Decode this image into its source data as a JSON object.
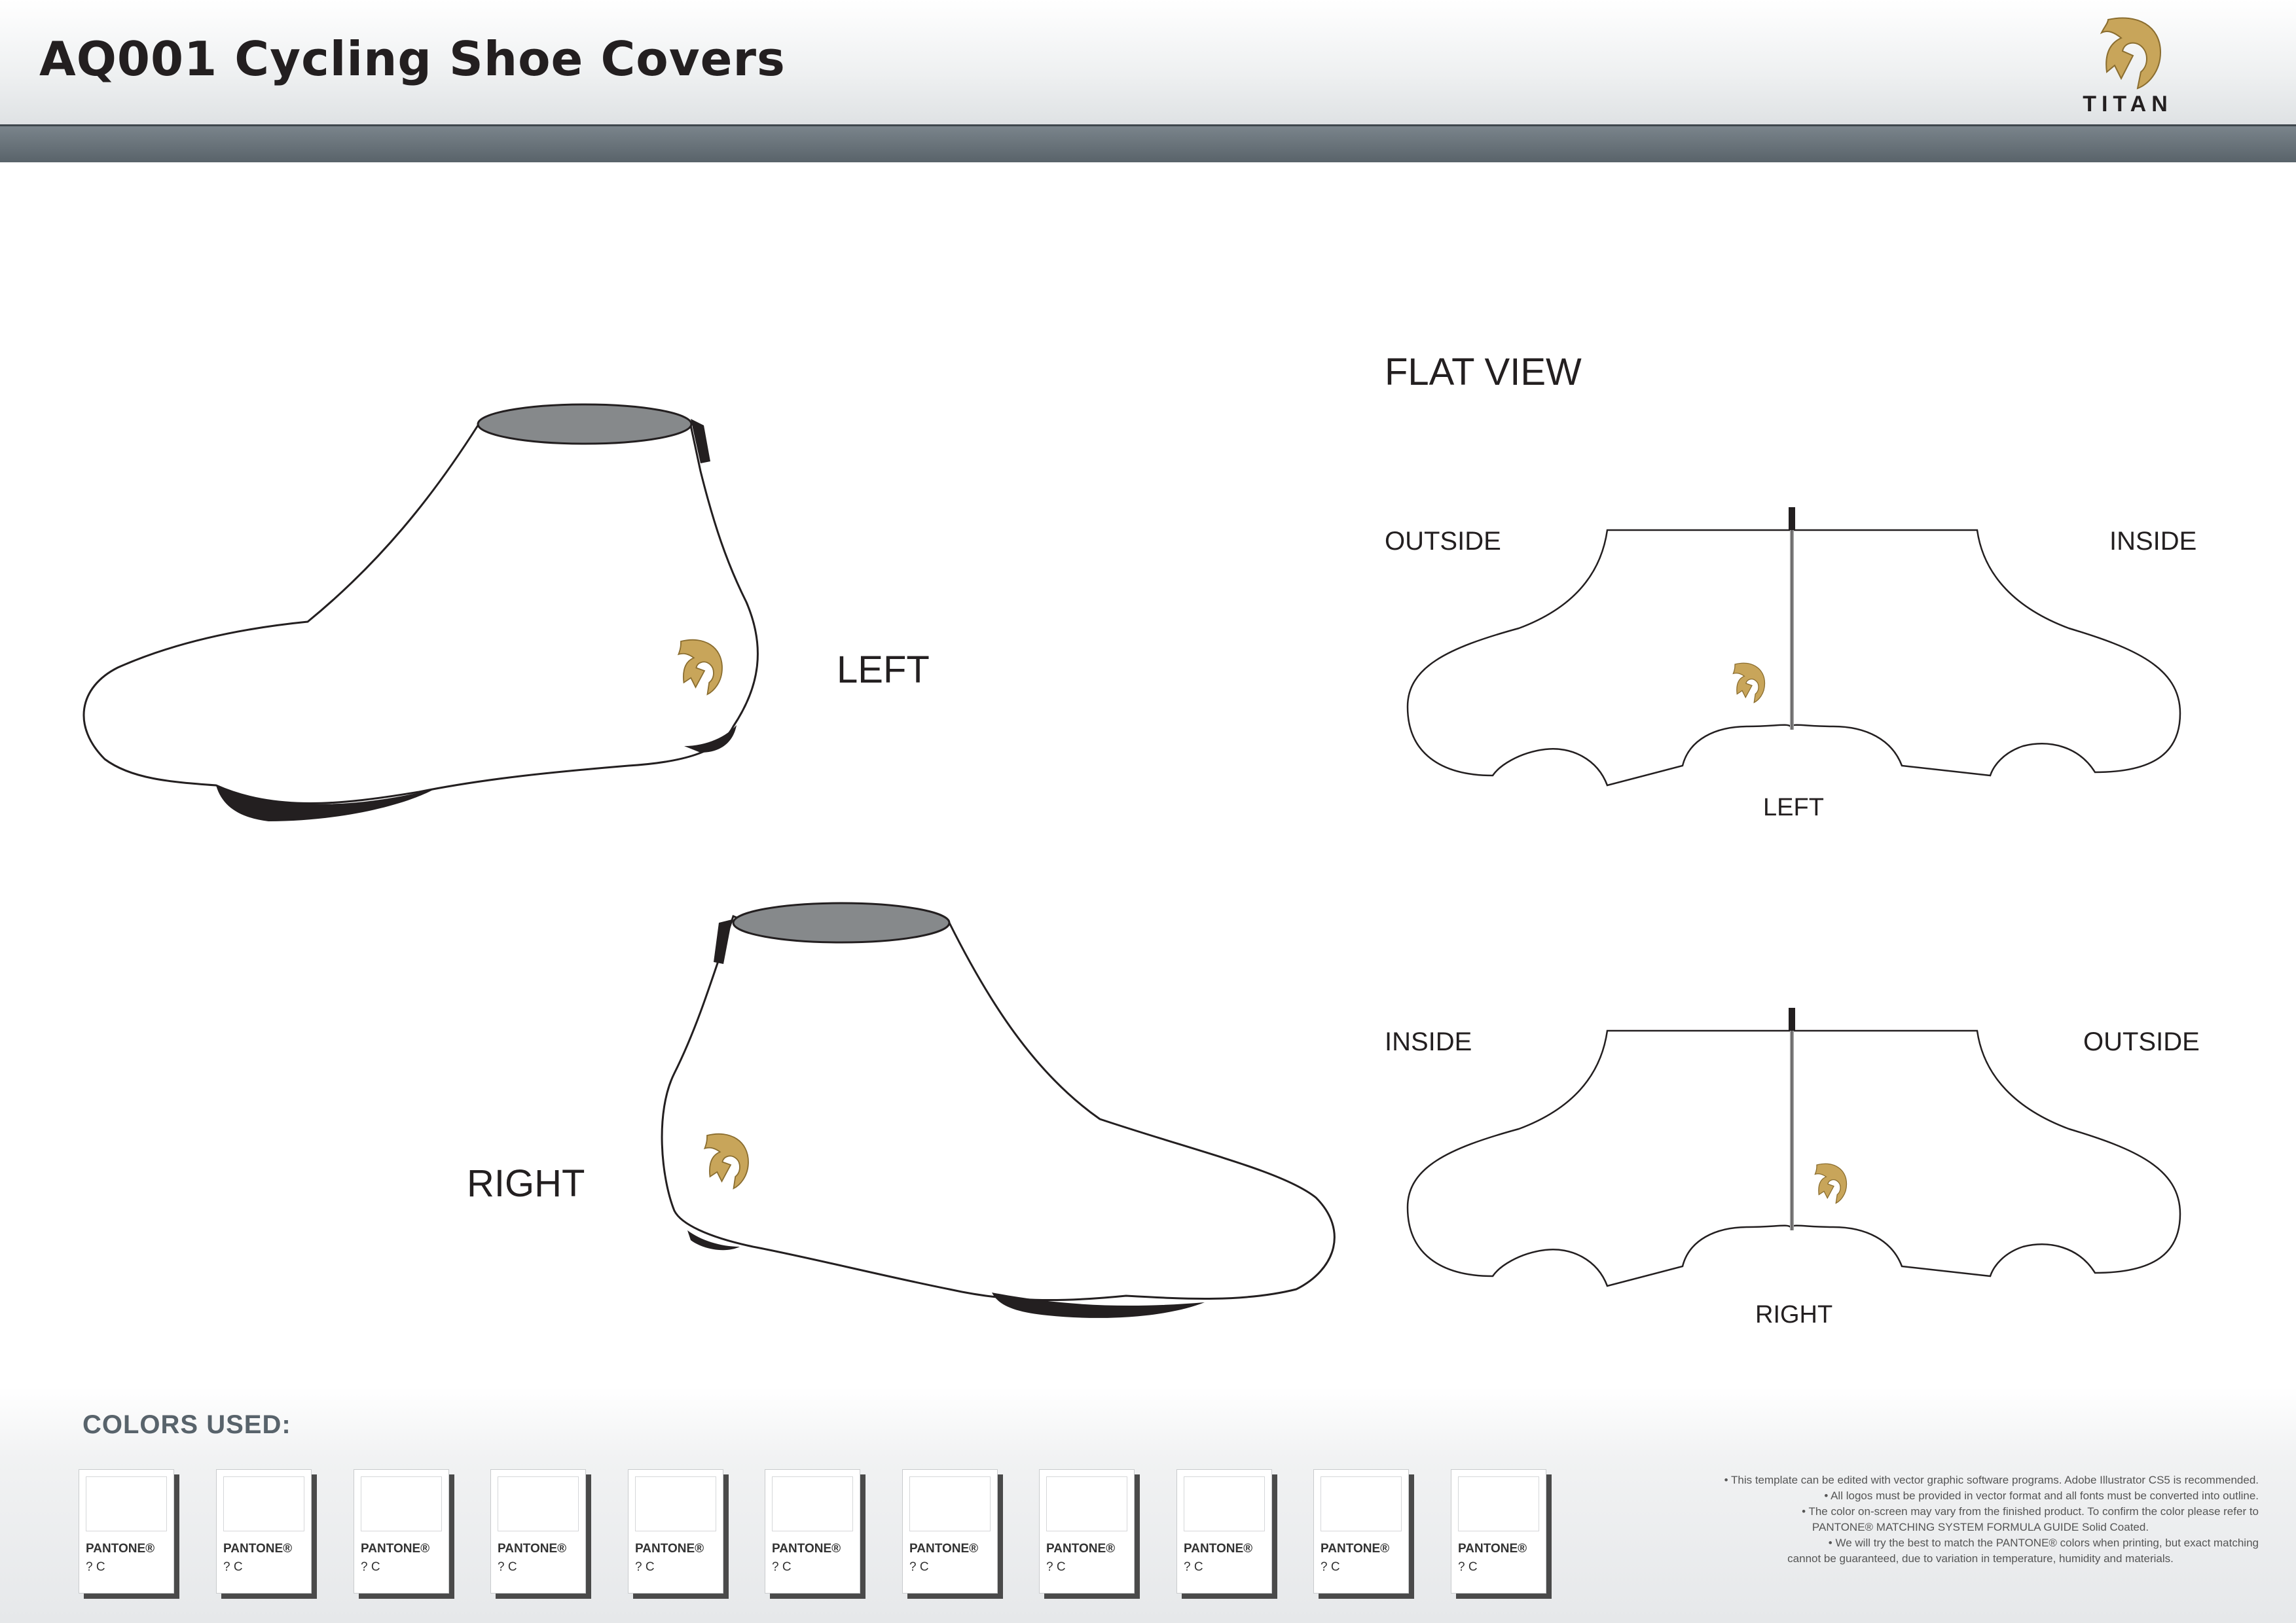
{
  "header": {
    "title": "AQ001 Cycling Shoe Covers"
  },
  "brand": {
    "name": "TITAN",
    "logo_icon": "titan-helmet-logo-icon",
    "logo_color": "#c8a55a"
  },
  "views": {
    "left_label": "LEFT",
    "right_label": "RIGHT",
    "flat_view_title": "FLAT VIEW",
    "flat_left": {
      "side_a": "OUTSIDE",
      "side_b": "INSIDE",
      "caption": "LEFT"
    },
    "flat_right": {
      "side_a": "INSIDE",
      "side_b": "OUTSIDE",
      "caption": "RIGHT"
    }
  },
  "colors": {
    "title": "COLORS USED:",
    "swatches": [
      {
        "brand": "PANTONE®",
        "code": "? C"
      },
      {
        "brand": "PANTONE®",
        "code": "? C"
      },
      {
        "brand": "PANTONE®",
        "code": "? C"
      },
      {
        "brand": "PANTONE®",
        "code": "? C"
      },
      {
        "brand": "PANTONE®",
        "code": "? C"
      },
      {
        "brand": "PANTONE®",
        "code": "? C"
      },
      {
        "brand": "PANTONE®",
        "code": "? C"
      },
      {
        "brand": "PANTONE®",
        "code": "? C"
      },
      {
        "brand": "PANTONE®",
        "code": "? C"
      },
      {
        "brand": "PANTONE®",
        "code": "? C"
      },
      {
        "brand": "PANTONE®",
        "code": "? C"
      }
    ]
  },
  "notes": [
    "• This template can be edited with vector graphic software programs. Adobe Illustrator CS5 is recommended.",
    "• All logos must be provided in vector format and all fonts must be converted into outline.",
    "• The color on-screen may vary from the finished product. To confirm the color please refer to",
    "PANTONE® MATCHING SYSTEM FORMULA GUIDE Solid Coated.",
    "• We will try the best to match the PANTONE® colors when printing, but exact matching",
    "cannot be guaranteed, due to variation in temperature, humidity and materials."
  ]
}
